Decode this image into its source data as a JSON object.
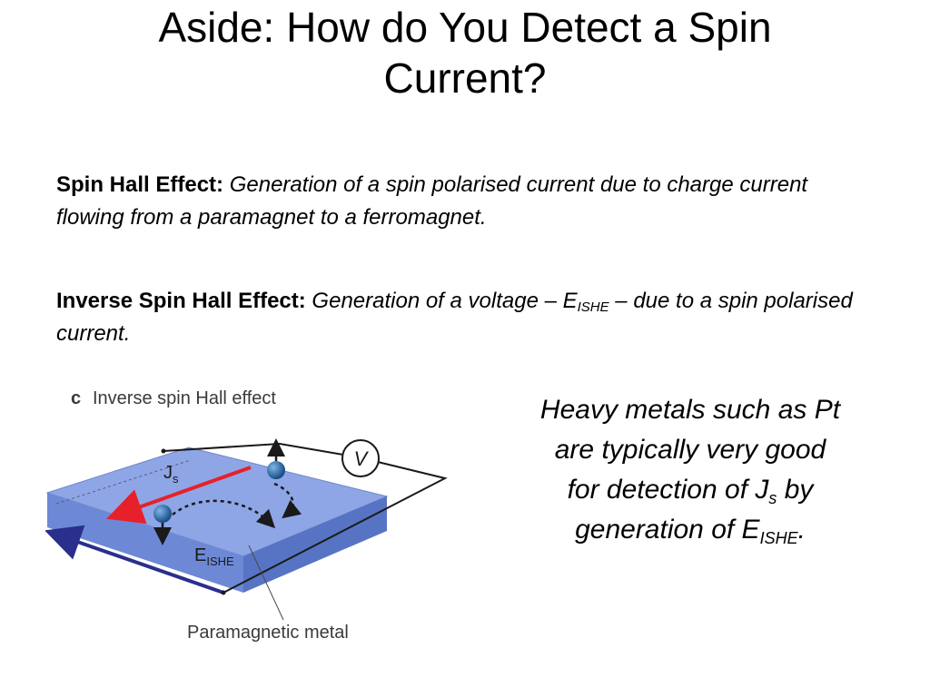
{
  "slide": {
    "title_line1": "Aside: How do You Detect a Spin",
    "title_line2": "Current?"
  },
  "spin_hall": {
    "term": "Spin Hall Effect:",
    "definition": "Generation of a spin polarised current due to charge current flowing from a paramagnet to a ferromagnet."
  },
  "inverse_spin_hall": {
    "term": "Inverse Spin Hall Effect:",
    "definition_before": "Generation of a voltage – E",
    "definition_sub": "ISHE",
    "definition_after": " – due to a spin polarised current."
  },
  "figure": {
    "panel_letter": "c",
    "panel_title": "Inverse spin Hall effect",
    "voltmeter_label": "V",
    "js_label": "J",
    "js_sub": "s",
    "eishe_label": "E",
    "eishe_sub": "ISHE",
    "material_label": "Paramagnetic metal",
    "colors": {
      "slab_top": "#7f9ae0",
      "slab_front": "#5f7ccc",
      "js_arrow": "#e8202a",
      "eishe_arrow": "#2a2f8c",
      "spin_ball": "#1f5fa0"
    }
  },
  "side_note": {
    "line1": "Heavy metals such as Pt",
    "line2": "are typically very good",
    "line3_before": "for detection of J",
    "line3_sub": "s",
    "line3_after": " by",
    "line4_before": "generation of E",
    "line4_sub": "ISHE",
    "line4_after": "."
  }
}
